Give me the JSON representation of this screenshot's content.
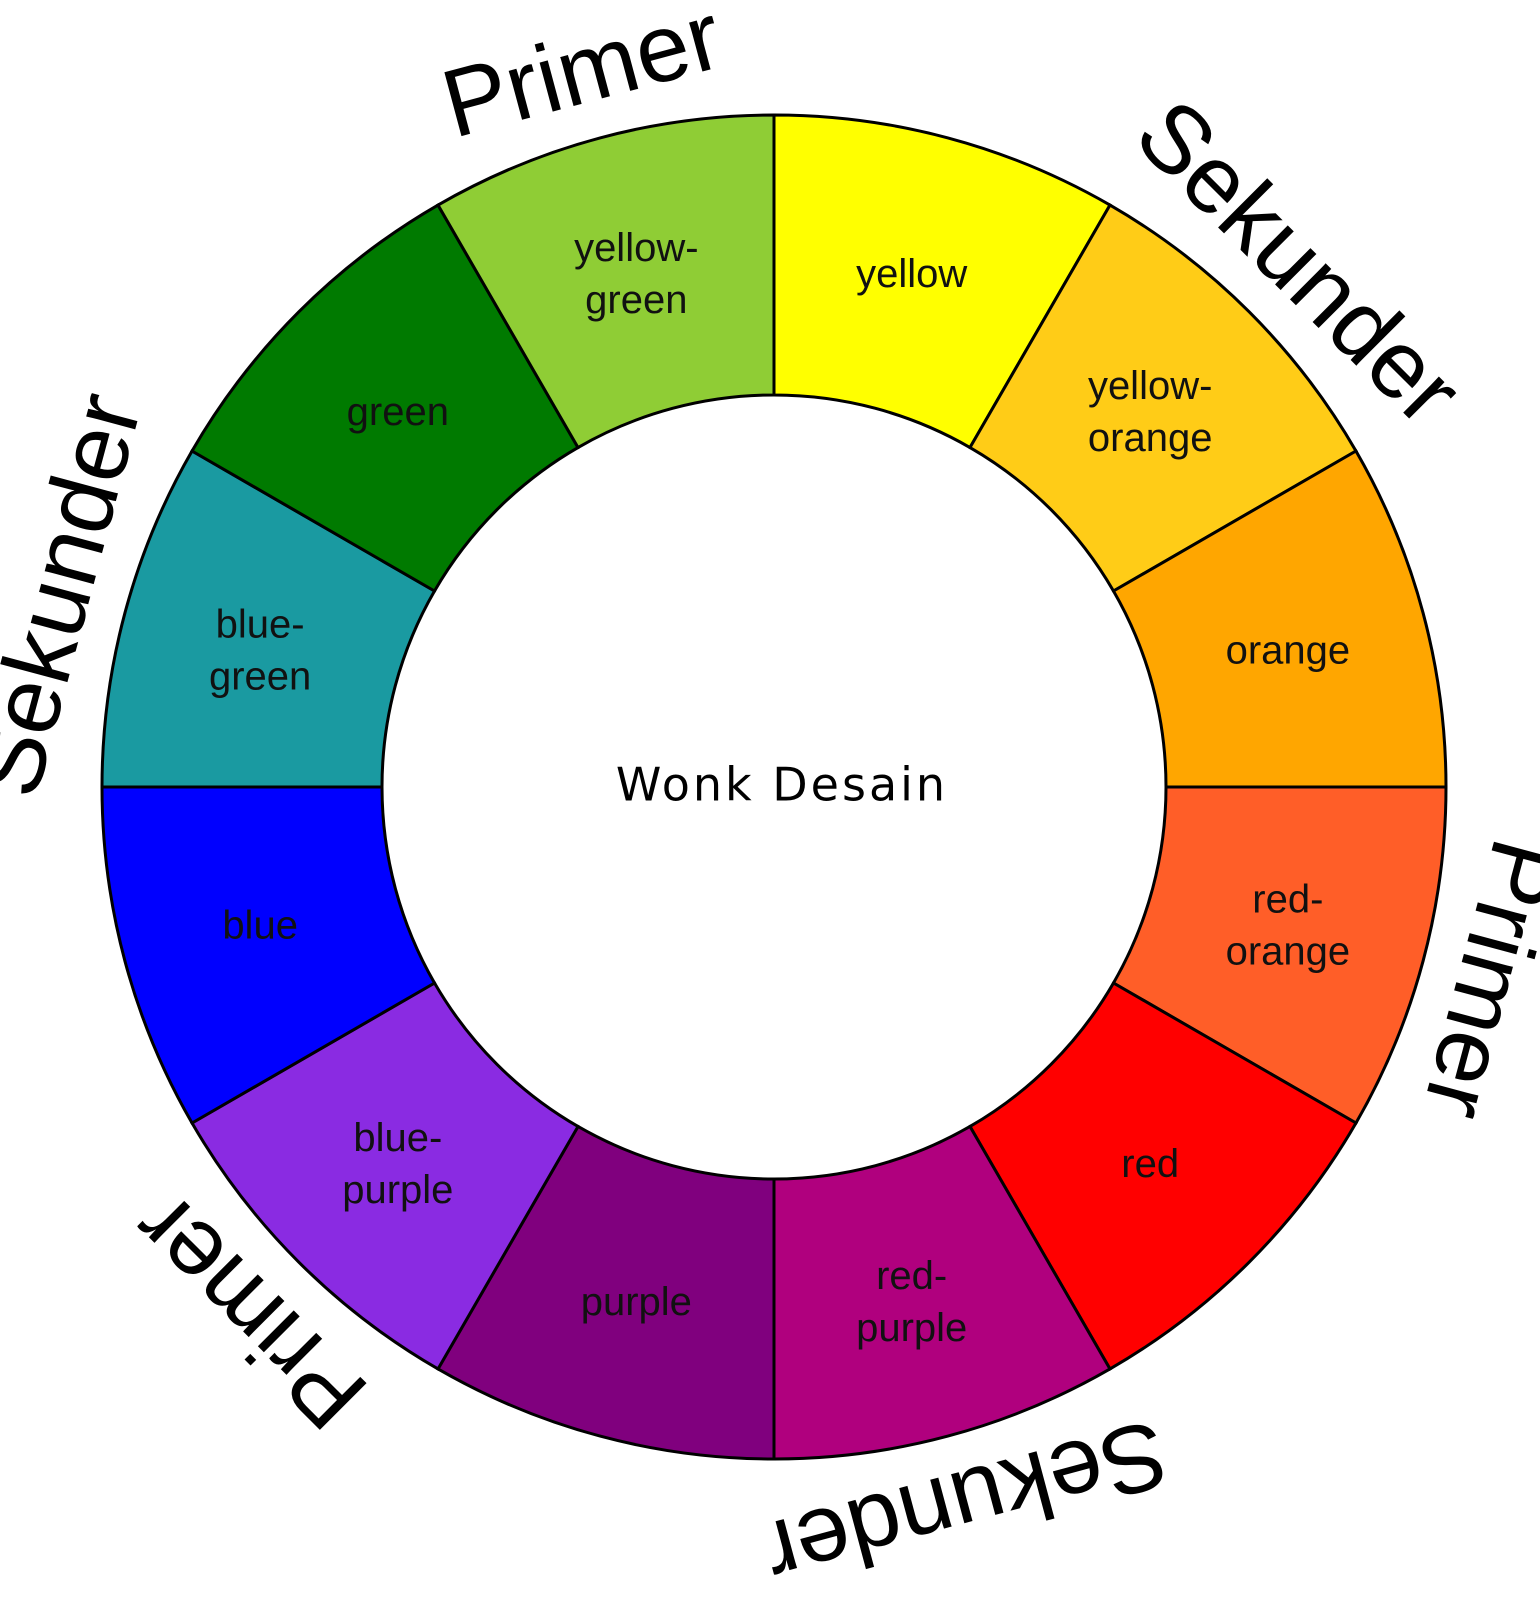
{
  "center_text": "Wonk Desain",
  "segments": [
    {
      "id": "yellow",
      "lines": [
        "yellow"
      ],
      "color": "#FFFF00"
    },
    {
      "id": "yellow-orange",
      "lines": [
        "yellow-",
        "orange"
      ],
      "color": "#FFCC17"
    },
    {
      "id": "orange",
      "lines": [
        "orange"
      ],
      "color": "#FFA600"
    },
    {
      "id": "red-orange",
      "lines": [
        "red-",
        "orange"
      ],
      "color": "#FF5E28"
    },
    {
      "id": "red",
      "lines": [
        "red"
      ],
      "color": "#FF0000"
    },
    {
      "id": "red-purple",
      "lines": [
        "red-",
        "purple"
      ],
      "color": "#B0007E"
    },
    {
      "id": "purple",
      "lines": [
        "purple"
      ],
      "color": "#80007E"
    },
    {
      "id": "blue-purple",
      "lines": [
        "blue-",
        "purple"
      ],
      "color": "#8A2BE2"
    },
    {
      "id": "blue",
      "lines": [
        "blue"
      ],
      "color": "#0000FF"
    },
    {
      "id": "blue-green",
      "lines": [
        "blue-",
        "green"
      ],
      "color": "#1A9AA1"
    },
    {
      "id": "green",
      "lines": [
        "green"
      ],
      "color": "#007A00"
    },
    {
      "id": "yellow-green",
      "lines": [
        "yellow-",
        "green"
      ],
      "color": "#8FCD35"
    }
  ],
  "group_labels": [
    {
      "id": "primer-top",
      "text": "Primer"
    },
    {
      "id": "sekunder-top-right",
      "text": "Sekunder"
    },
    {
      "id": "primer-right",
      "text": "Primer"
    },
    {
      "id": "sekunder-bottom",
      "text": "Sekunder"
    },
    {
      "id": "primer-bottom-left",
      "text": "Primer"
    },
    {
      "id": "sekunder-left",
      "text": "Sekunder"
    }
  ]
}
